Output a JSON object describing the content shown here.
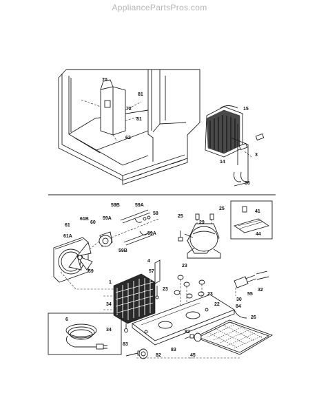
{
  "watermark": "AppliancePartsPros.com",
  "labels": {
    "upper": [
      "70",
      "81",
      "72",
      "81",
      "62",
      "15",
      "14",
      "3",
      "16"
    ],
    "lower": [
      "59B",
      "59A",
      "58",
      "59A",
      "61B",
      "61",
      "60",
      "61A",
      "59A",
      "59B",
      "59",
      "25",
      "25",
      "29",
      "41",
      "44",
      "4",
      "57",
      "23",
      "23",
      "23",
      "22",
      "1",
      "34",
      "34",
      "30",
      "55",
      "32",
      "6",
      "84",
      "26",
      "82",
      "83",
      "45",
      "83",
      "82"
    ]
  }
}
